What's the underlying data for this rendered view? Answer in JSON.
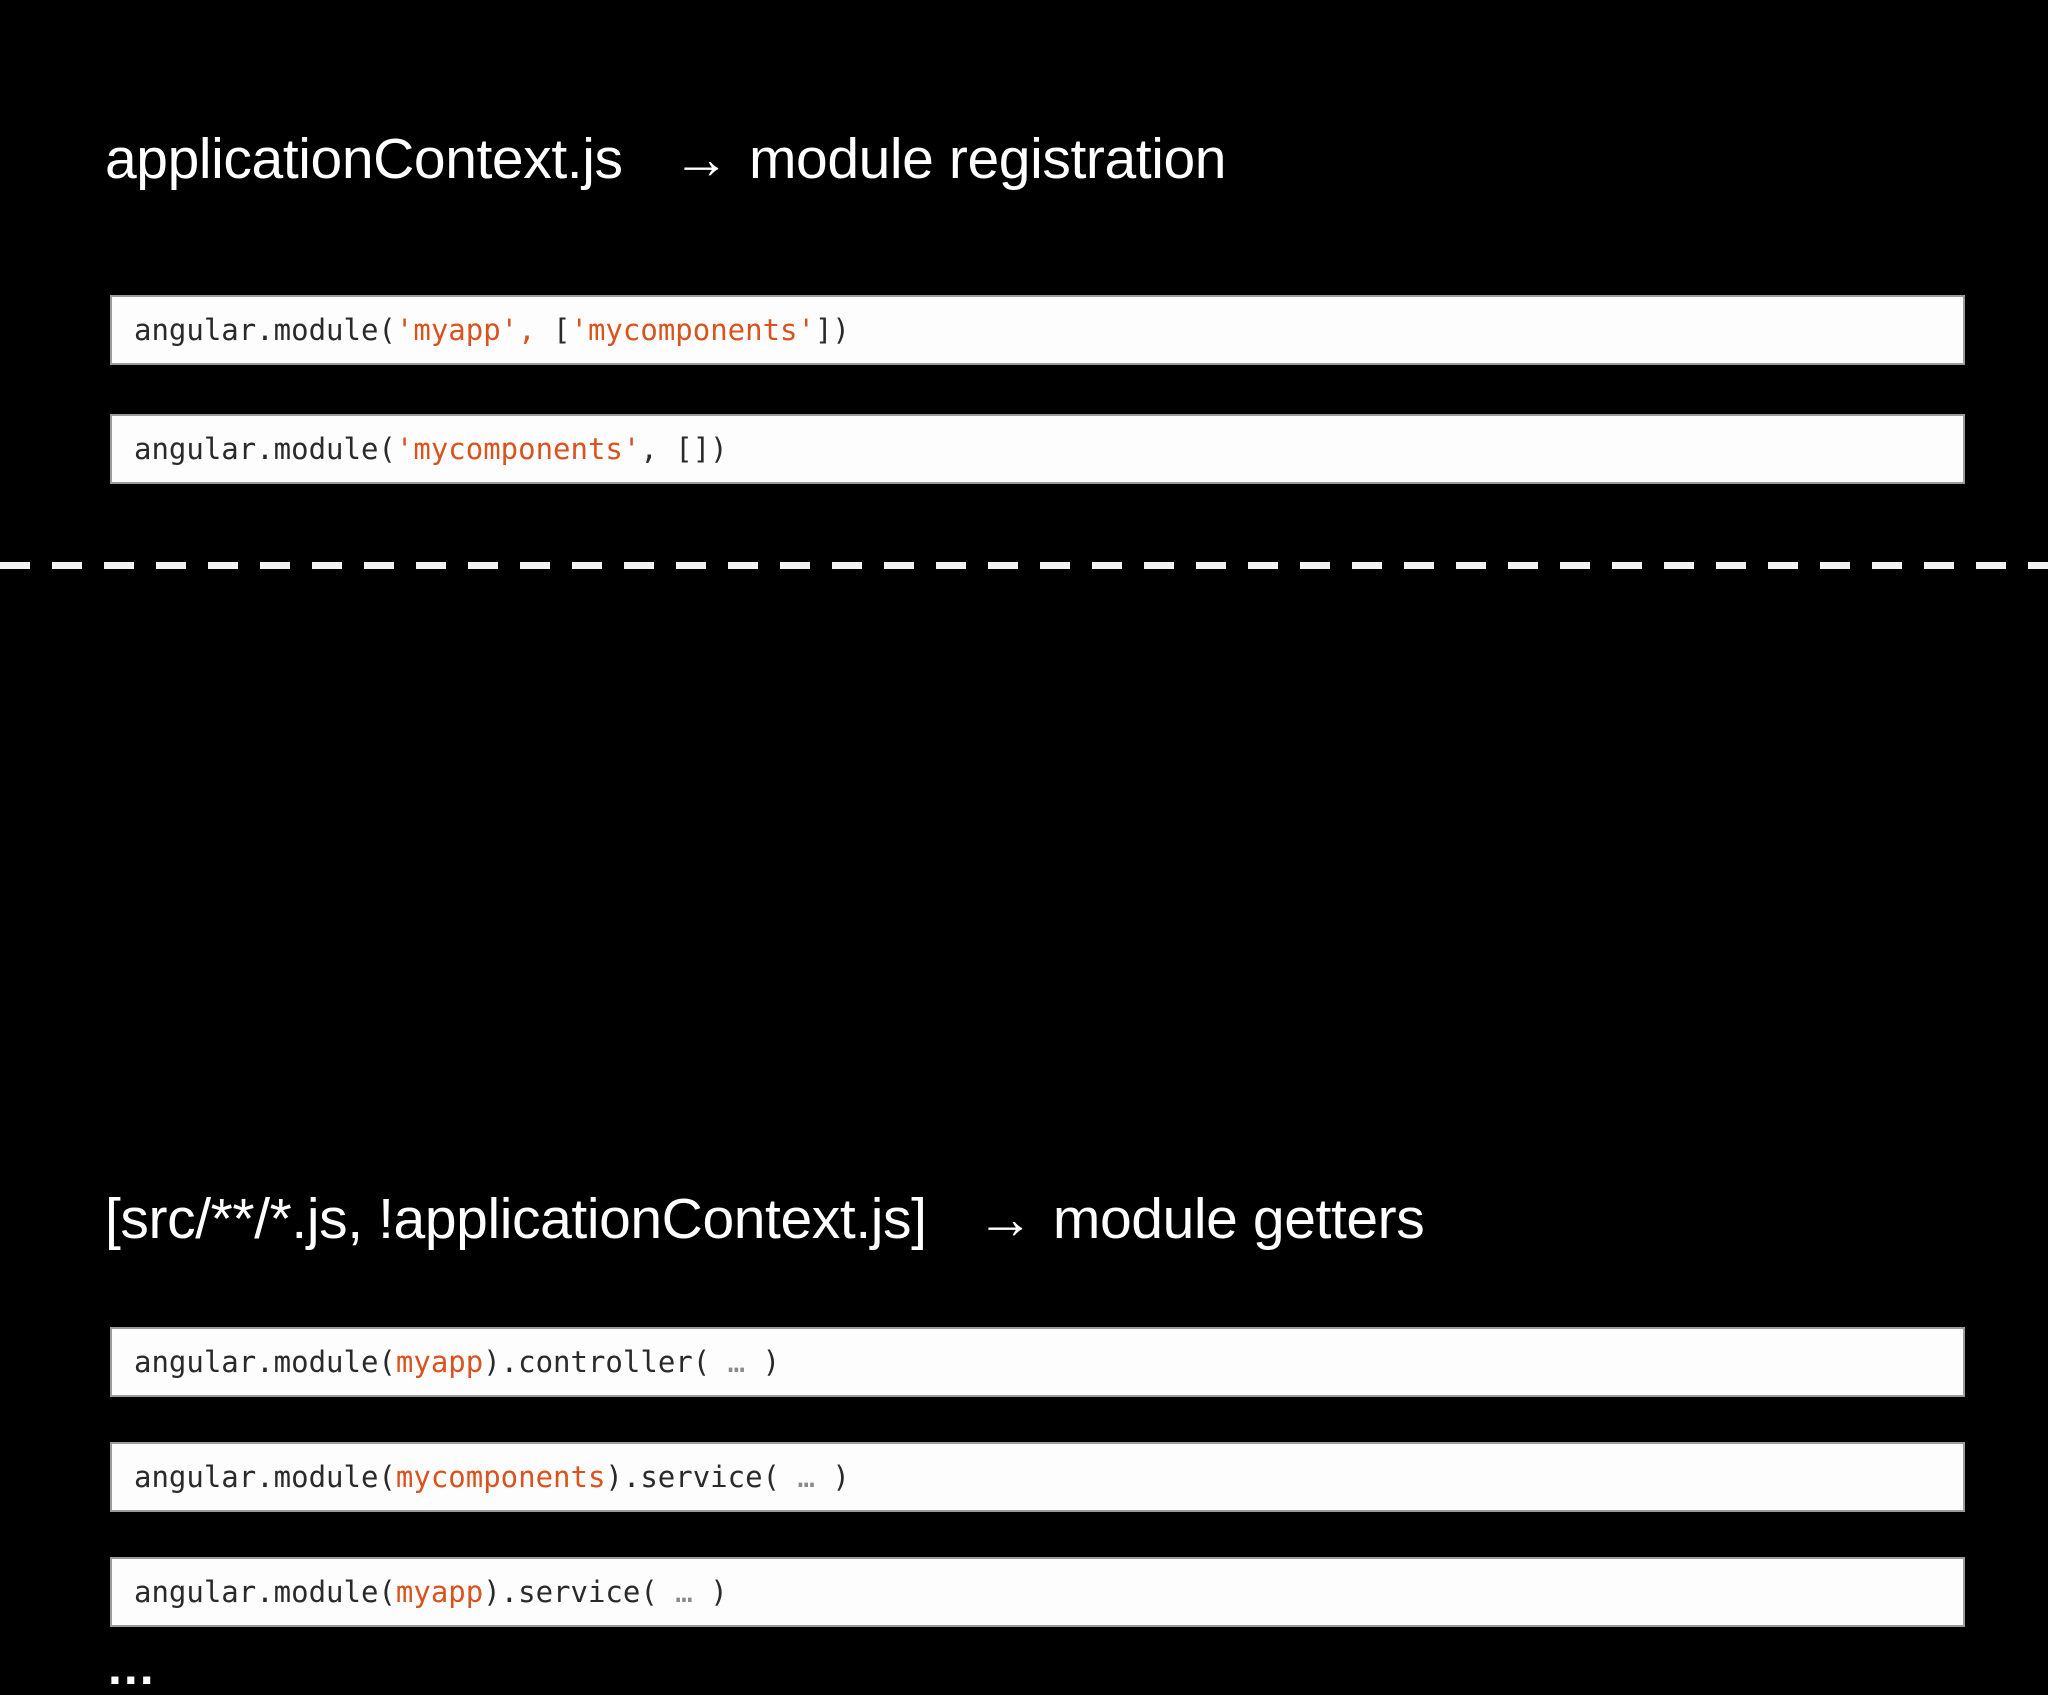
{
  "slide": {
    "background_color": "#000000",
    "text_color": "#ffffff",
    "accent_color": "#d9531e",
    "code_background": "#fdfdfd",
    "code_border": "#9b9b9e",
    "code_text_color": "#2a2a2a",
    "divider_color": "#f2f2f2"
  },
  "sections": [
    {
      "id": "registration",
      "heading": {
        "source": "applicationContext.js",
        "arrow": "→",
        "target": "module registration",
        "full": "applicationContext.js   → module registration"
      },
      "code_blocks": [
        {
          "id": "code-reg-1",
          "text": "angular.module('myapp', ['mycomponents'])",
          "tokens": [
            {
              "text": "angular.module(",
              "type": "plain"
            },
            {
              "text": "'myapp',",
              "type": "string"
            },
            {
              "text": " [",
              "type": "plain"
            },
            {
              "text": "'mycomponents'",
              "type": "string"
            },
            {
              "text": "])",
              "type": "plain"
            }
          ]
        },
        {
          "id": "code-reg-2",
          "text": "angular.module('mycomponents', [])",
          "tokens": [
            {
              "text": "angular.module(",
              "type": "plain"
            },
            {
              "text": "'mycomponents'",
              "type": "string"
            },
            {
              "text": ", [])",
              "type": "plain"
            }
          ]
        }
      ]
    },
    {
      "id": "getters",
      "heading": {
        "source": "[src/**/*.js, !applicationContext.js]",
        "arrow": "→",
        "target": "module getters",
        "full": "[src/**/*.js, !applicationContext.js]   → module getters"
      },
      "code_blocks": [
        {
          "id": "code-get-1",
          "text": "angular.module(myapp).controller( … )",
          "tokens": [
            {
              "text": "angular.module(",
              "type": "plain"
            },
            {
              "text": "myapp",
              "type": "ident"
            },
            {
              "text": ").controller( ",
              "type": "plain"
            },
            {
              "text": "…",
              "type": "ellipsis"
            },
            {
              "text": " )",
              "type": "plain"
            }
          ]
        },
        {
          "id": "code-get-2",
          "text": "angular.module(mycomponents).service( … )",
          "tokens": [
            {
              "text": "angular.module(",
              "type": "plain"
            },
            {
              "text": "mycomponents",
              "type": "ident"
            },
            {
              "text": ").service( ",
              "type": "plain"
            },
            {
              "text": "…",
              "type": "ellipsis"
            },
            {
              "text": " )",
              "type": "plain"
            }
          ]
        },
        {
          "id": "code-get-3",
          "text": "angular.module(myapp).service( … )",
          "tokens": [
            {
              "text": "angular.module(",
              "type": "plain"
            },
            {
              "text": "myapp",
              "type": "ident"
            },
            {
              "text": ").service( ",
              "type": "plain"
            },
            {
              "text": "…",
              "type": "ellipsis"
            },
            {
              "text": " )",
              "type": "plain"
            }
          ]
        }
      ],
      "trailing_ellipsis": "..."
    }
  ]
}
